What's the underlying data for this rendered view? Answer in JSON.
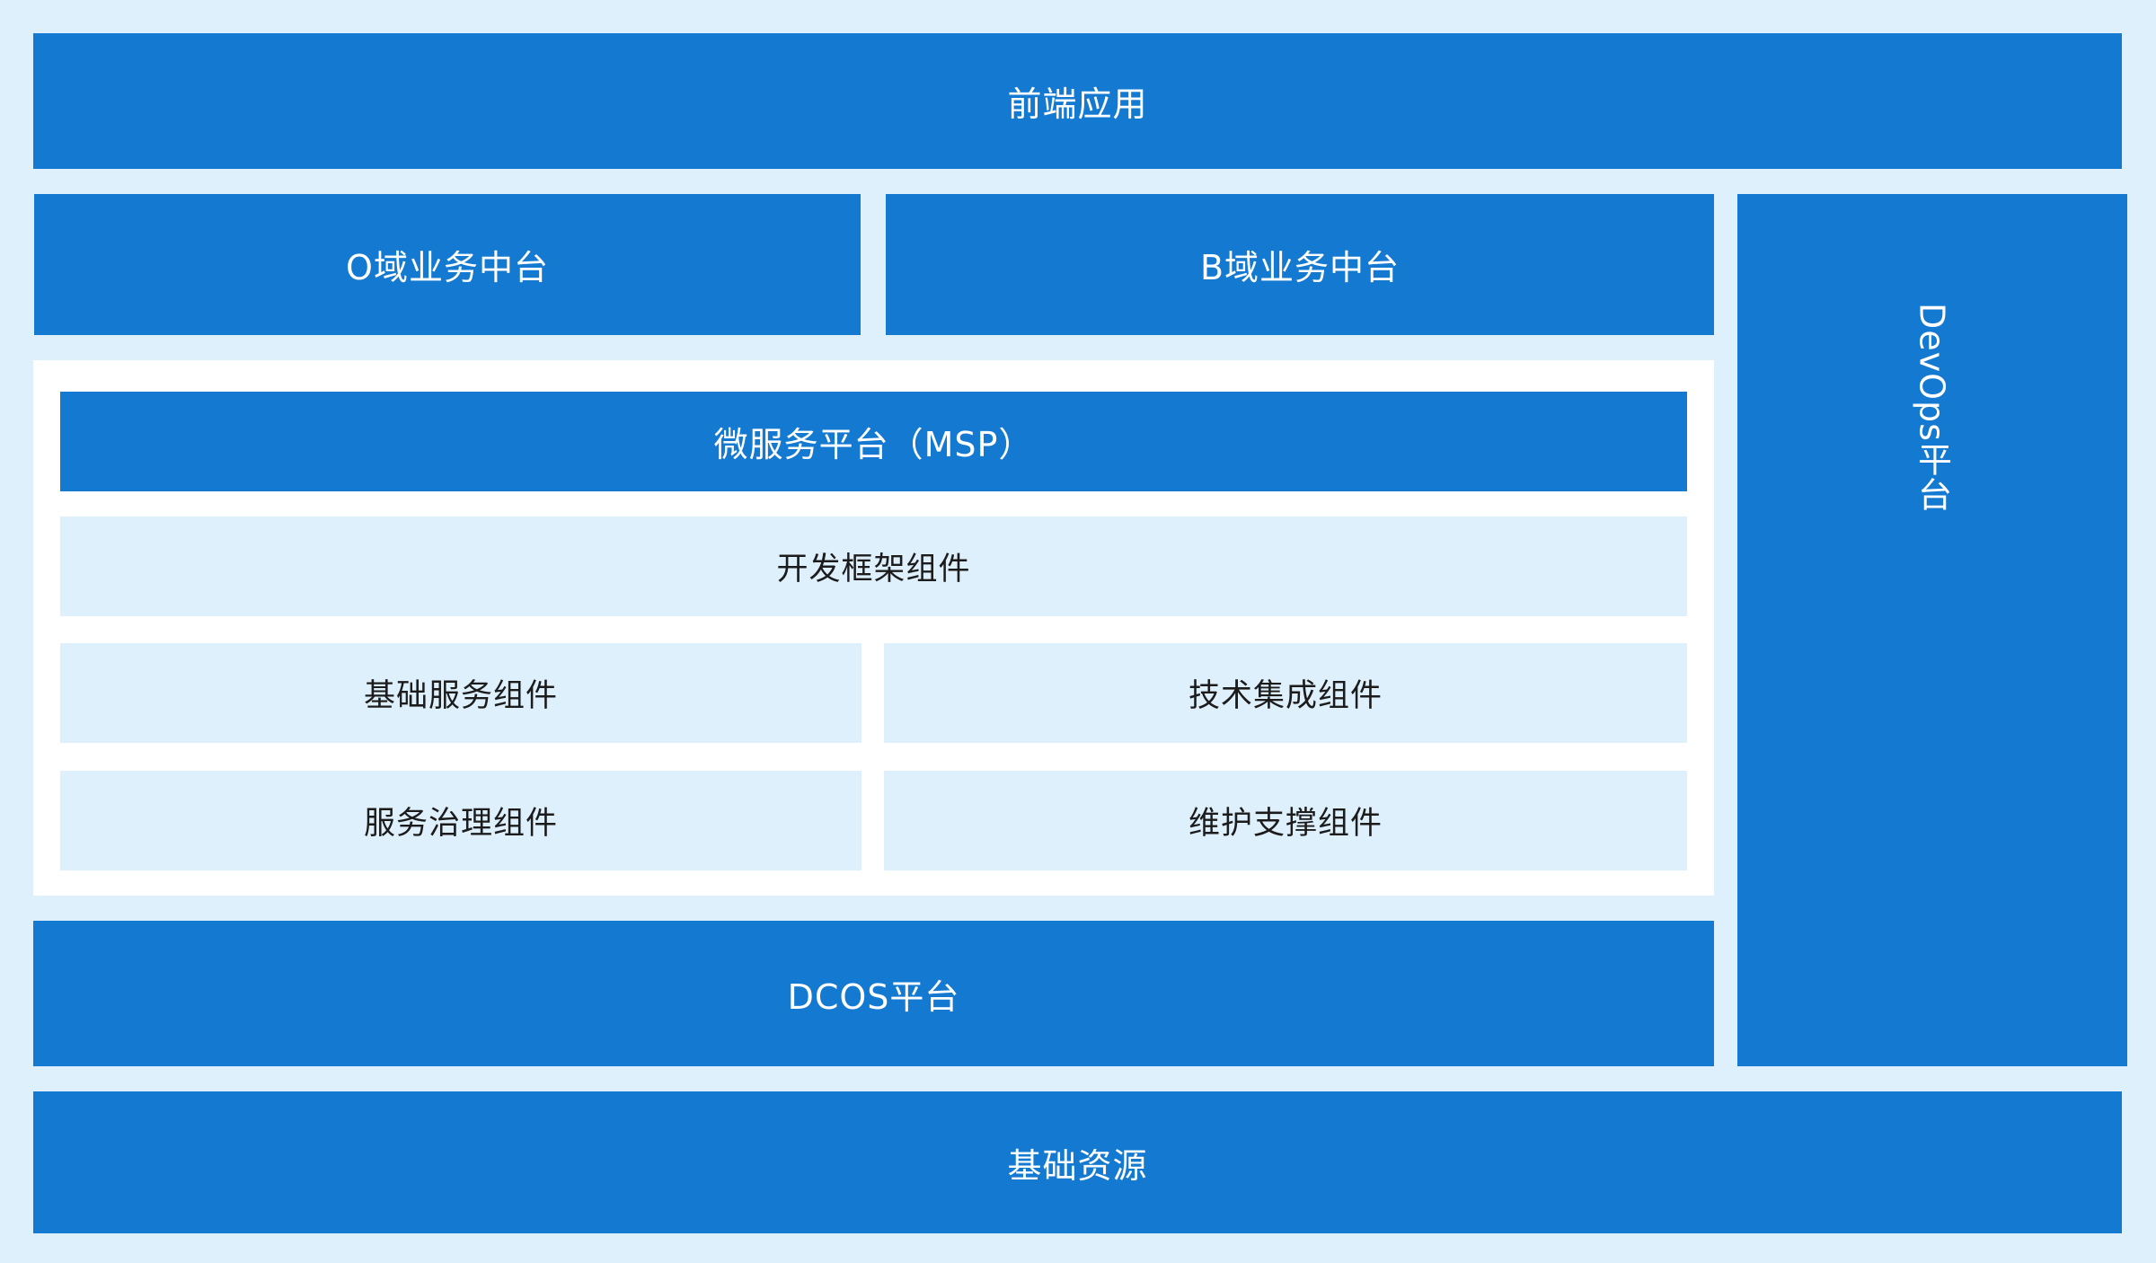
{
  "diagram": {
    "top": {
      "label": "前端应用"
    },
    "o_domain": {
      "label": "O域业务中台"
    },
    "b_domain": {
      "label": "B域业务中台"
    },
    "devops": {
      "label": "DevOps平台"
    },
    "msp": {
      "title": "微服务平台（MSP）",
      "dev_framework": "开发框架组件",
      "basic_service": "基础服务组件",
      "tech_integration": "技术集成组件",
      "service_governance": "服务治理组件",
      "maintenance_support": "维护支撑组件"
    },
    "dcos": {
      "label": "DCOS平台"
    },
    "base": {
      "label": "基础资源"
    },
    "colors": {
      "background": "#dff0fd",
      "block": "#1479d1",
      "panel": "#ffffff",
      "block_text": "#ffffff",
      "light_text": "#1c1c1c"
    }
  }
}
